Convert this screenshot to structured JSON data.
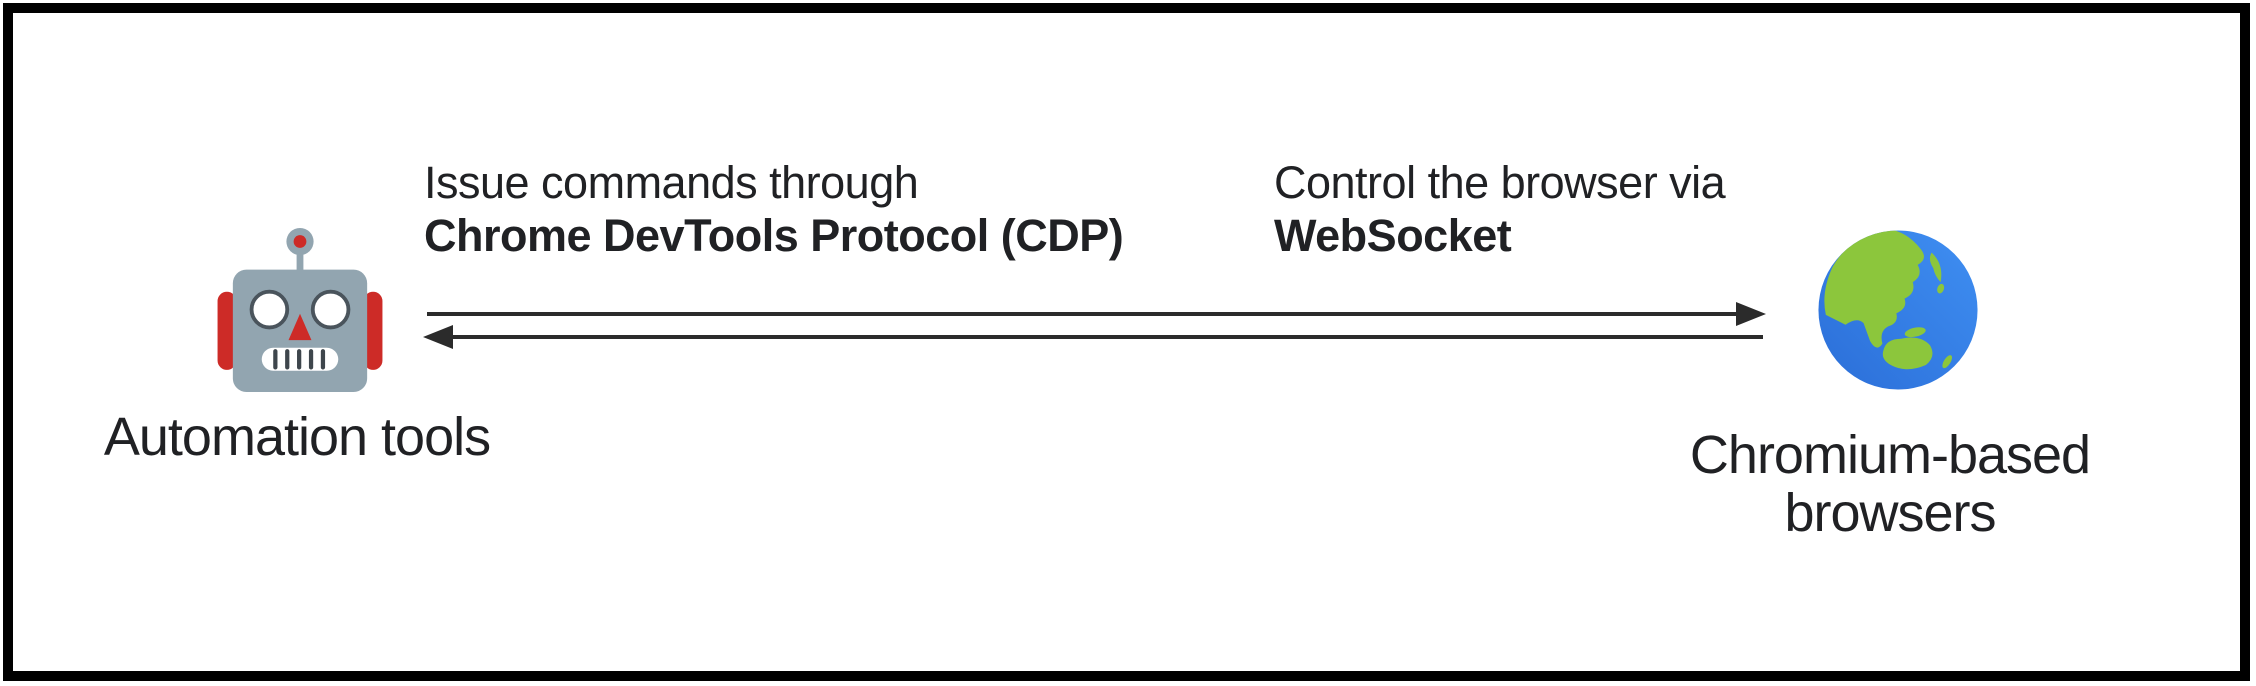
{
  "diagram_title": "Automation tools controlling Chromium-based browsers over CDP",
  "nodes": {
    "left": {
      "label": "Automation tools",
      "icon": "robot-emoji"
    },
    "right": {
      "label": "Chromium-based browsers",
      "icon": "globe-asia-australia-emoji"
    }
  },
  "annotations": {
    "left": {
      "line1": "Issue commands through",
      "line2": "Chrome DevTools Protocol (CDP)"
    },
    "right": {
      "line1": "Control the browser via",
      "line2": "WebSocket"
    }
  },
  "arrows": {
    "direction": "bidirectional",
    "top_points_to": "right",
    "bottom_points_to": "left"
  },
  "colors": {
    "text": "#202124",
    "border": "#000000",
    "arrow": "#2b2b2b",
    "robot_body": "#92A5B0",
    "robot_red": "#CD2B27",
    "robot_eye_ring": "#4a545c",
    "robot_mouth_bar": "#3e464c",
    "globe_land": "#8CC63C",
    "globe_ocean": "#3F8FF2",
    "globe_ocean_deep": "#2B6ED8"
  }
}
